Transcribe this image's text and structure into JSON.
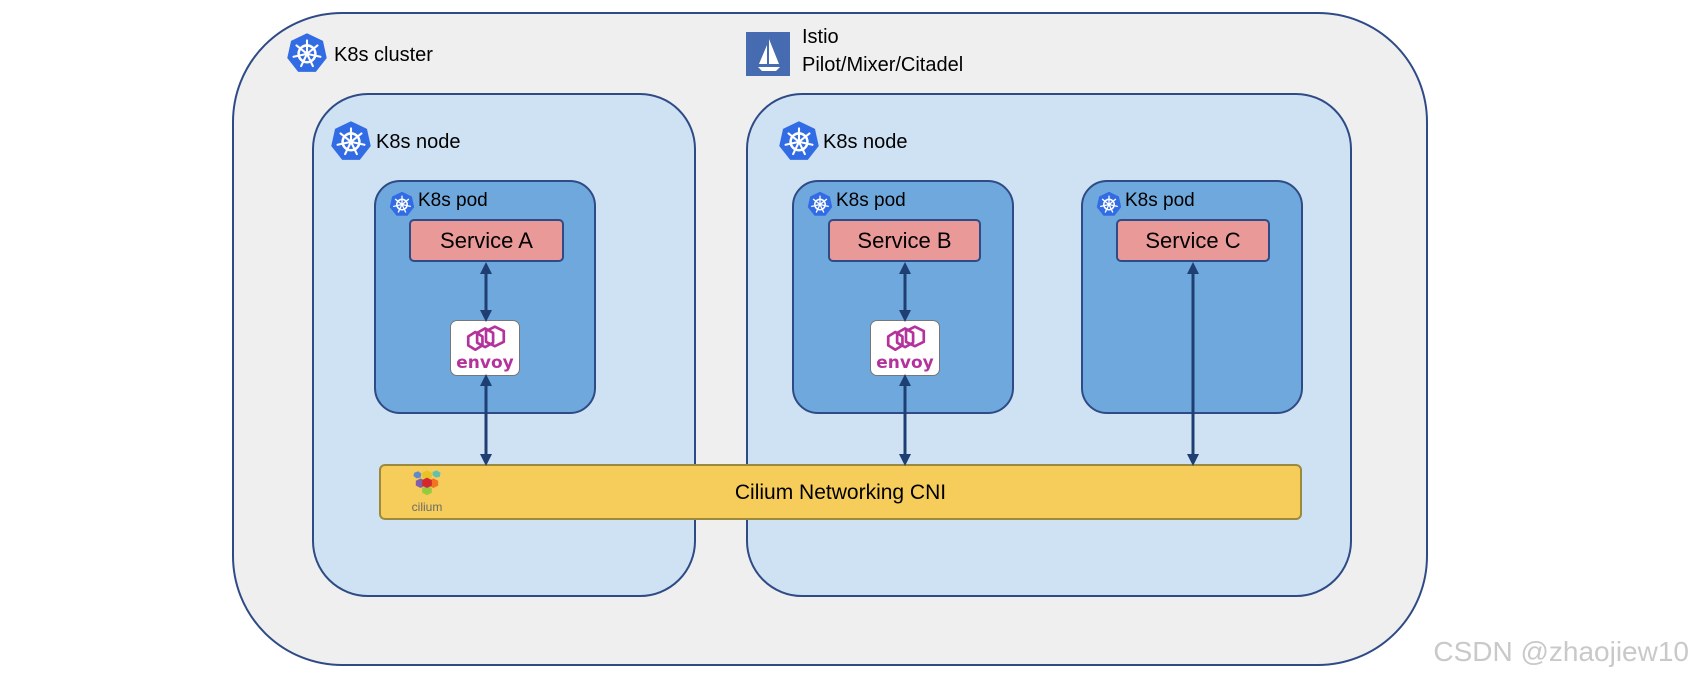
{
  "cluster": {
    "label": "K8s cluster"
  },
  "istio": {
    "name": "Istio",
    "components": "Pilot/Mixer/Citadel"
  },
  "nodes": [
    {
      "label": "K8s node"
    },
    {
      "label": "K8s node"
    }
  ],
  "pods": [
    {
      "label": "K8s pod",
      "service": "Service A",
      "sidecar": "envoy"
    },
    {
      "label": "K8s pod",
      "service": "Service B",
      "sidecar": "envoy"
    },
    {
      "label": "K8s pod",
      "service": "Service C"
    }
  ],
  "cni": {
    "label": "Cilium Networking CNI",
    "logo_text": "cilium"
  },
  "watermark": "CSDN @zhaojiew10",
  "colors": {
    "cluster_bg": "#efefef",
    "node_bg": "#cfe2f3",
    "pod_bg": "#6fa8dc",
    "service_bg": "#ea9999",
    "cni_bg": "#f6cd5b",
    "arrow": "#1f3f73",
    "k8s_blue": "#326ce5",
    "envoy_magenta": "#b4329c"
  }
}
